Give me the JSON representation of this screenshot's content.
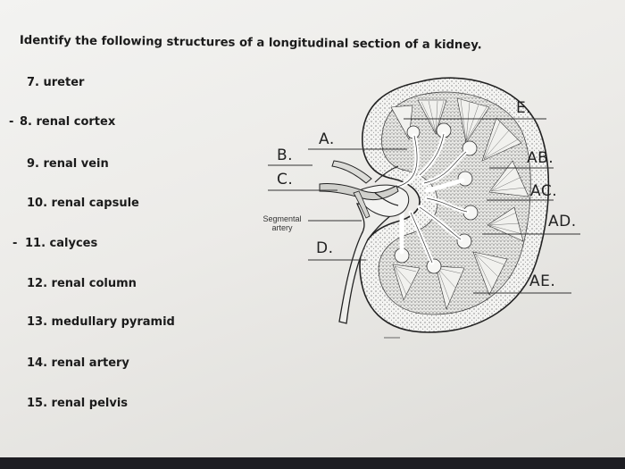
{
  "worksheet": {
    "title": "Identify the following structures of a longitudinal section of a kidney.",
    "items": [
      {
        "text": "7. ureter"
      },
      {
        "text": "8. renal cortex",
        "mark": "-"
      },
      {
        "text": "9. renal vein"
      },
      {
        "text": "10. renal capsule"
      },
      {
        "text": "11. calyces",
        "mark": "-"
      },
      {
        "text": "12. renal column"
      },
      {
        "text": "13. medullary pyramid"
      },
      {
        "text": "14. renal artery"
      },
      {
        "text": "15. renal pelvis"
      }
    ]
  },
  "diagram": {
    "printed_label_line1": "Segmental",
    "printed_label_line2": "artery",
    "handwritten_labels": {
      "A": "A.",
      "B": "B.",
      "C": "C.",
      "D": "D.",
      "E": "E.",
      "AB": "AB.",
      "AC": "AC.",
      "AD": "AD.",
      "AE": "AE."
    }
  }
}
